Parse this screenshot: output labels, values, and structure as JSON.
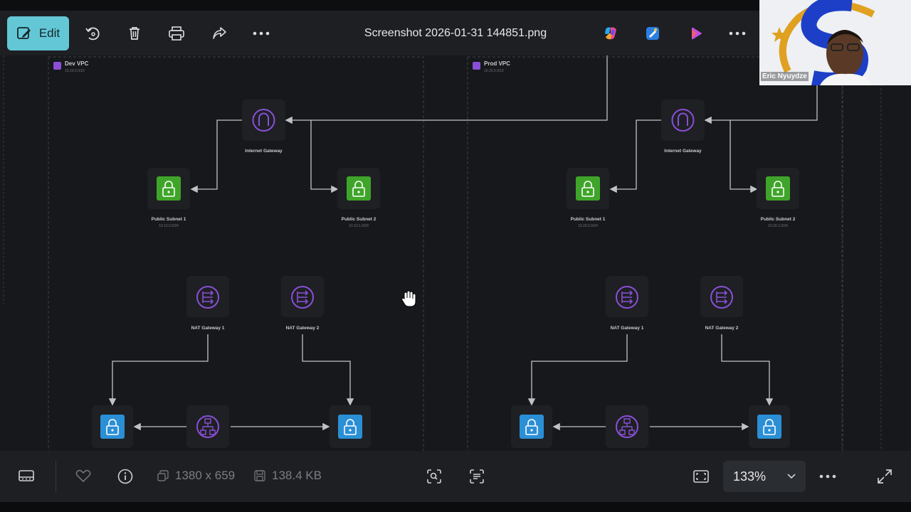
{
  "toolbar": {
    "edit_label": "Edit",
    "title": "Screenshot 2026-01-31 144851.png"
  },
  "canvas": {
    "left_vpc": {
      "name": "Dev VPC",
      "cidr": "10.10.0.0/16",
      "igw_label": "Internet Gateway",
      "subnet1_label": "Public Subnet 1",
      "subnet1_cidr": "10.10.0.0/24",
      "subnet2_label": "Public Subnet 2",
      "subnet2_cidr": "10.10.1.0/24",
      "nat1_label": "NAT Gateway 1",
      "nat2_label": "NAT Gateway 2"
    },
    "right_vpc": {
      "name": "Prod VPC",
      "cidr": "10.20.0.0/16",
      "igw_label": "Internet Gateway",
      "subnet1_label": "Public Subnet 1",
      "subnet1_cidr": "10.20.0.0/24",
      "subnet2_label": "Public Subnet 2",
      "subnet2_cidr": "10.20.1.0/24",
      "nat1_label": "NAT Gateway 1",
      "nat2_label": "NAT Gateway 2"
    }
  },
  "bottombar": {
    "dimensions": "1380 x 659",
    "file_size": "138.4 KB",
    "zoom": "133%"
  },
  "webcam": {
    "name": "Eric Nyuydze"
  },
  "colors": {
    "accent": "#63c7d6",
    "subnet_green": "#3fa52a",
    "private_blue": "#2b8fd6",
    "gateway_purple": "#8a4fd6"
  }
}
